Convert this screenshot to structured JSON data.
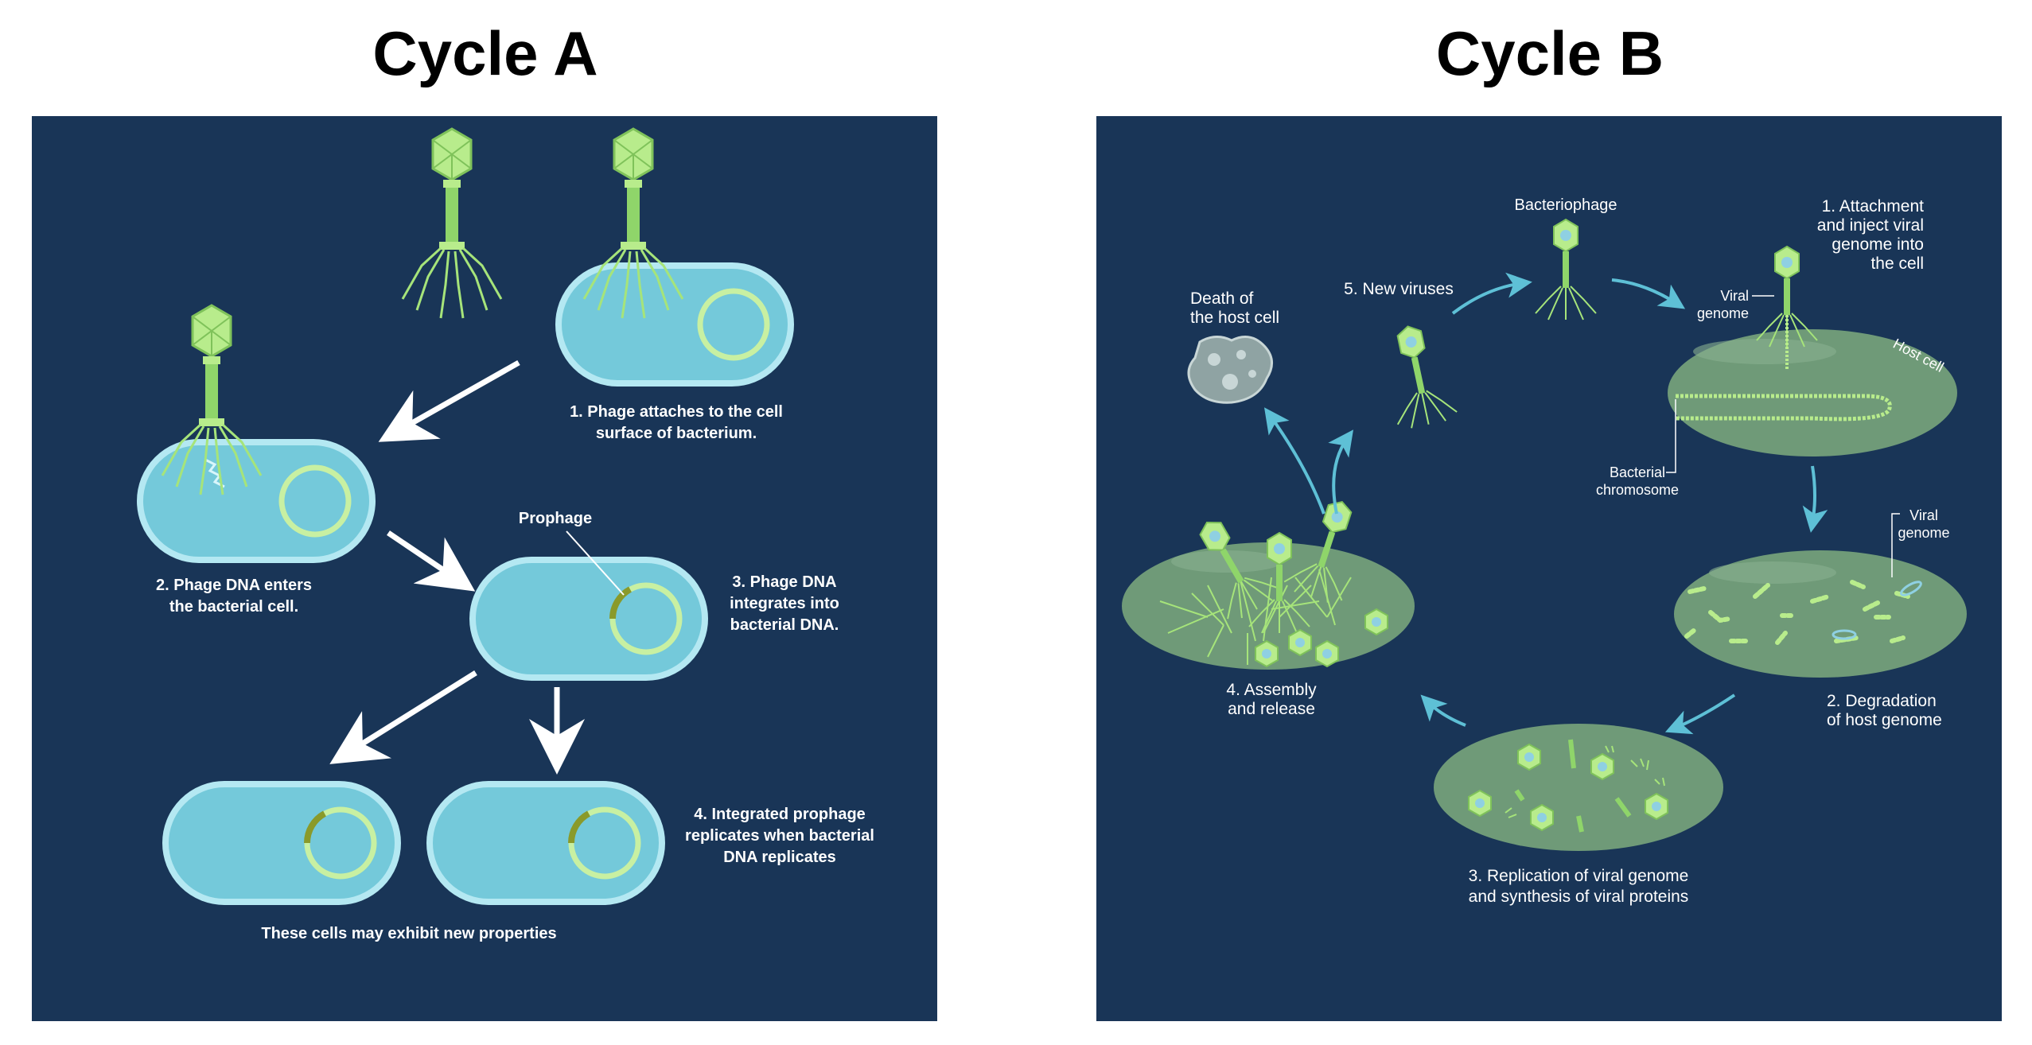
{
  "cycle_a": {
    "title": "Cycle A",
    "step1": [
      "1. Phage attaches to the cell",
      "surface of bacterium."
    ],
    "step2": [
      "2. Phage DNA enters",
      "the bacterial cell."
    ],
    "prophage": "Prophage",
    "step3": [
      "3. Phage DNA",
      "integrates into",
      "bacterial DNA."
    ],
    "step4": [
      "4. Integrated prophage",
      "replicates when bacterial",
      "DNA replicates"
    ],
    "footer": "These cells may exhibit new properties"
  },
  "cycle_b": {
    "title": "Cycle B",
    "bacteriophage": "Bacteriophage",
    "step1": [
      "1. Attachment",
      "and inject viral",
      "genome into",
      "the cell"
    ],
    "viral_genome_top": [
      "Viral",
      "genome"
    ],
    "host_cell": "Host cell",
    "bacterial_chromosome": [
      "Bacterial",
      "chromosome"
    ],
    "new_viruses": "5. New viruses",
    "death": [
      "Death of",
      "the host cell"
    ],
    "viral_genome_right": [
      "Viral",
      "genome"
    ],
    "step2": [
      "2. Degradation",
      "of host genome"
    ],
    "step3": [
      "3. Replication of viral genome",
      "and synthesis of viral proteins"
    ],
    "step4": [
      "4. Assembly",
      "and release"
    ]
  },
  "colors": {
    "background": "#193557",
    "cell_fill": "#74c9da",
    "cell_outline": "#b4e8f2",
    "phage_green": "#b8ec8c",
    "host_green": "#6f9a78",
    "arrow_blue": "#5ec0d6"
  }
}
